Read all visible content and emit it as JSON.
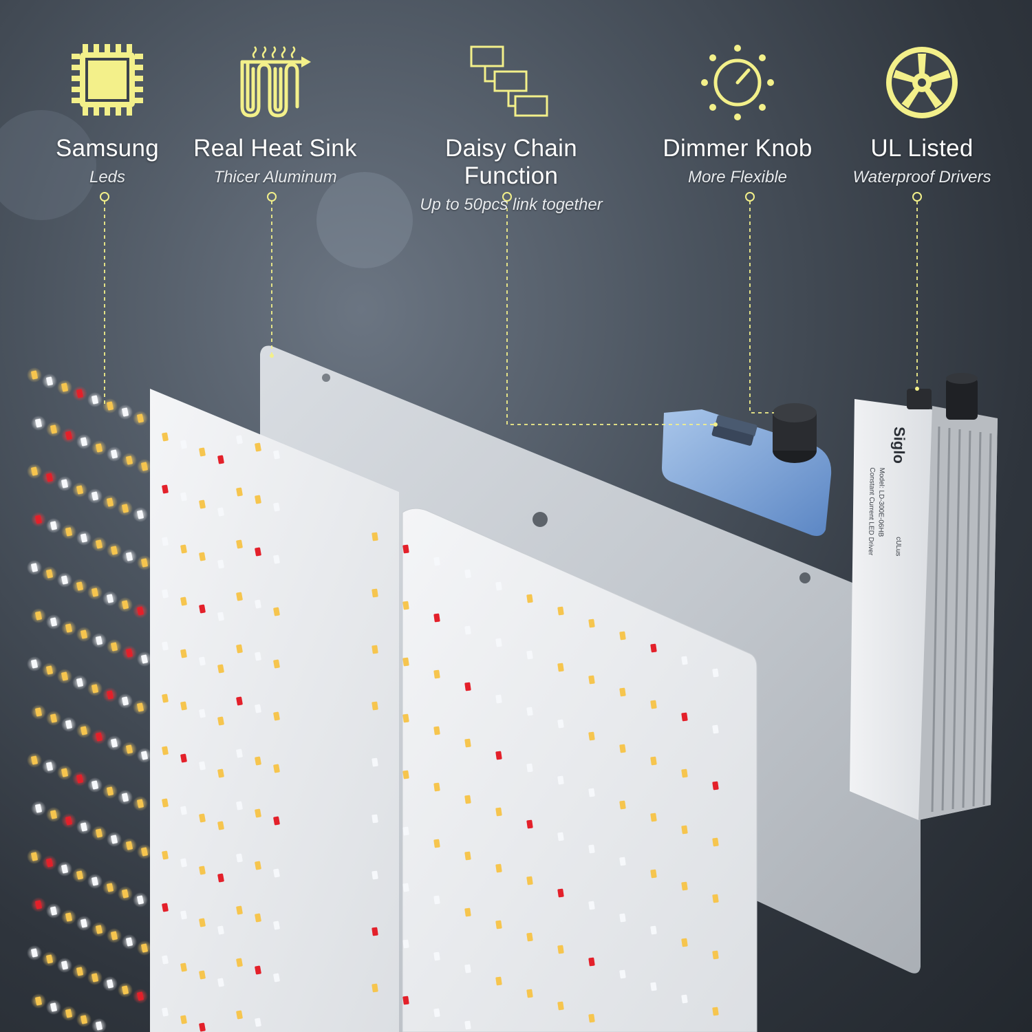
{
  "accent_color": "#f3f08a",
  "features": [
    {
      "title": "Samsung",
      "subtitle": "Leds",
      "icon": "chip-icon"
    },
    {
      "title": "Real Heat Sink",
      "subtitle": "Thicer Aluminum",
      "icon": "heat-sink-icon"
    },
    {
      "title": "Daisy Chain Function",
      "subtitle": "Up to 50pcs link together",
      "icon": "daisy-chain-icon"
    },
    {
      "title": "Dimmer Knob",
      "subtitle": "More Flexible",
      "icon": "dimmer-knob-icon"
    },
    {
      "title": "UL Listed",
      "subtitle": "Waterproof Drivers",
      "icon": "wheel-icon"
    }
  ],
  "driver_label": {
    "brand": "Siglo",
    "model": "Model: LD-300E-06HB",
    "type": "Constant Current LED Driver",
    "mark": "cULus"
  }
}
